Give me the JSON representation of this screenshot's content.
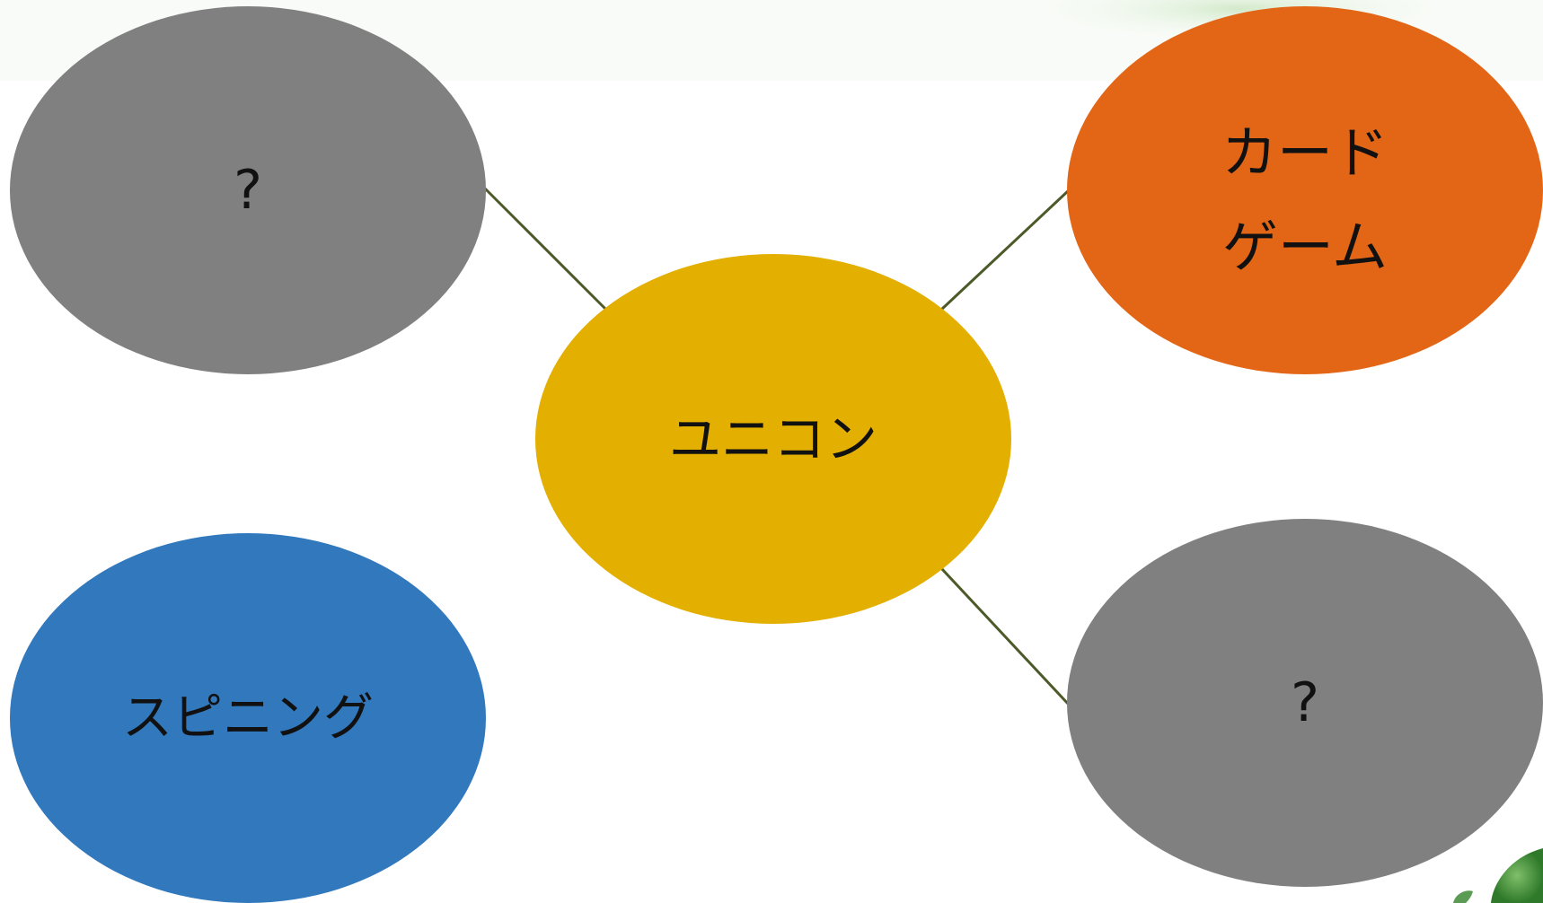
{
  "diagram": {
    "center": {
      "label": "ユニコン",
      "color": "#E3AF00"
    },
    "nodes": {
      "top_left": {
        "label": "?",
        "color": "#808080"
      },
      "top_right": {
        "label_line1": "カード",
        "label_line2": "ゲーム",
        "color": "#E36616"
      },
      "bottom_left": {
        "label": "スピニング",
        "color": "#3278BC"
      },
      "bottom_right": {
        "label": "?",
        "color": "#808080"
      }
    },
    "connector_color": "#4C5A2A",
    "decor_color": "#5FA84A"
  }
}
